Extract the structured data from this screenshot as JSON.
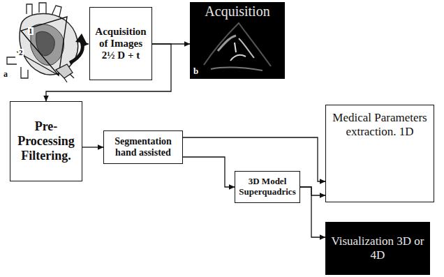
{
  "diagram": {
    "nodes": [
      {
        "text": [
          "Acquisition of Images 2½ D + t"
        ]
      },
      {
        "text": [
          "Acquisition",
          "b"
        ]
      },
      {
        "text": [
          "Pre-Processing Filtering."
        ]
      },
      {
        "text": [
          "Segmentation hand assisted"
        ]
      },
      {
        "text": [
          "3D Model Superquadrics"
        ]
      },
      {
        "text": [
          "Medical Parameters extraction. 1D"
        ]
      },
      {
        "text": [
          "Visualization 3D or 4D"
        ]
      }
    ],
    "edges": [
      {
        "from": 0,
        "to": 1,
        "arrow": "to"
      },
      {
        "from": 0,
        "to": 2,
        "arrow": "to"
      },
      {
        "from": 2,
        "to": 3,
        "arrow": "to"
      },
      {
        "from": 3,
        "to": 4,
        "arrow": "to"
      },
      {
        "from": 3,
        "to": 5,
        "arrow": "to"
      },
      {
        "from": 4,
        "to": 5,
        "arrow": "to"
      },
      {
        "from": 4,
        "to": 6,
        "arrow": "to"
      }
    ],
    "labels": [
      "a",
      "1",
      "2"
    ]
  }
}
